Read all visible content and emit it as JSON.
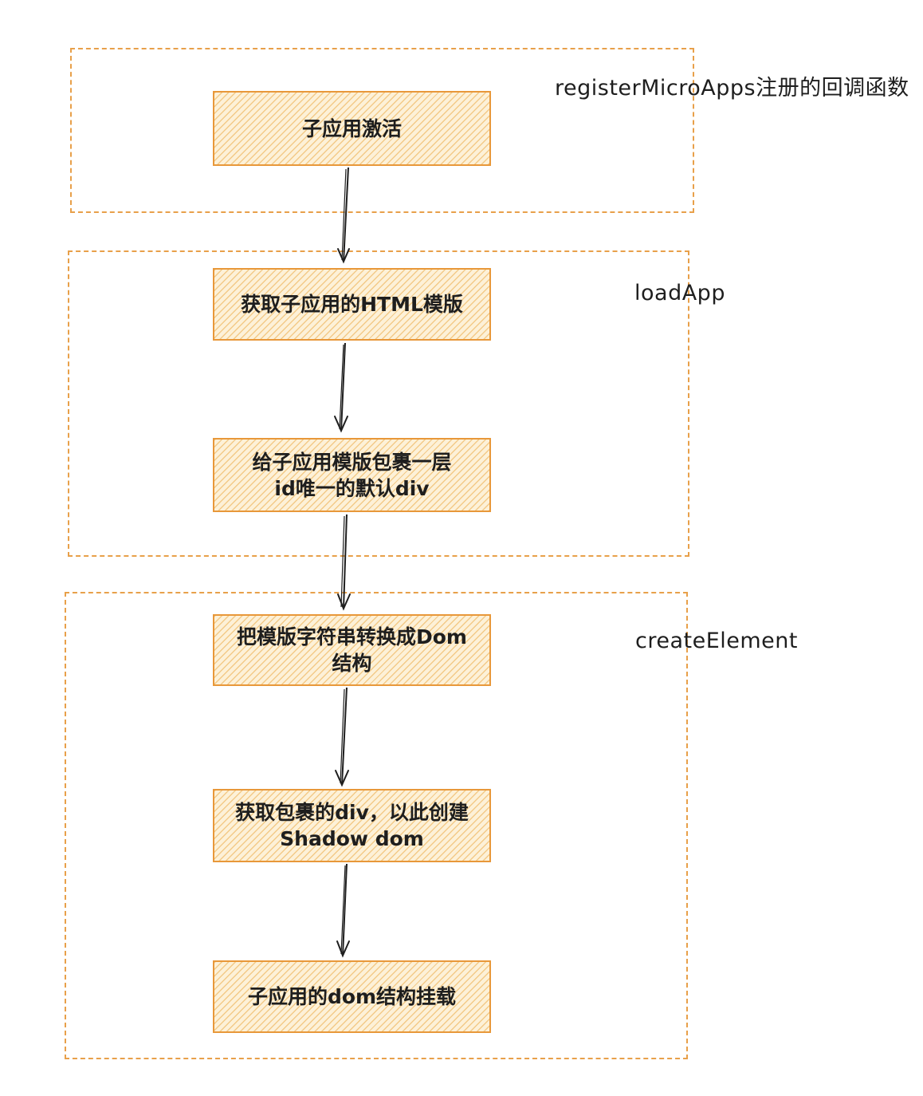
{
  "groups": [
    {
      "id": "register",
      "label": "registerMicroApps注册的回调函数"
    },
    {
      "id": "load",
      "label": "loadApp"
    },
    {
      "id": "create",
      "label": "createElement"
    }
  ],
  "nodes": [
    {
      "id": "activate",
      "text": "子应用激活"
    },
    {
      "id": "fetch-html",
      "text": "获取子应用的HTML模版"
    },
    {
      "id": "wrap-div",
      "text": "给子应用模版包裹一层\nid唯一的默认div"
    },
    {
      "id": "to-dom",
      "text": "把模版字符串转换成Dom\n结构"
    },
    {
      "id": "shadow",
      "text": "获取包裹的div，以此创建\nShadow dom"
    },
    {
      "id": "mount",
      "text": "子应用的dom结构挂载"
    }
  ],
  "colors": {
    "group_border": "#e8a04a",
    "node_border": "#e8983a",
    "node_fill": "#fdf1d8",
    "arrow": "#1e1e1e",
    "text": "#1e1e1e"
  }
}
